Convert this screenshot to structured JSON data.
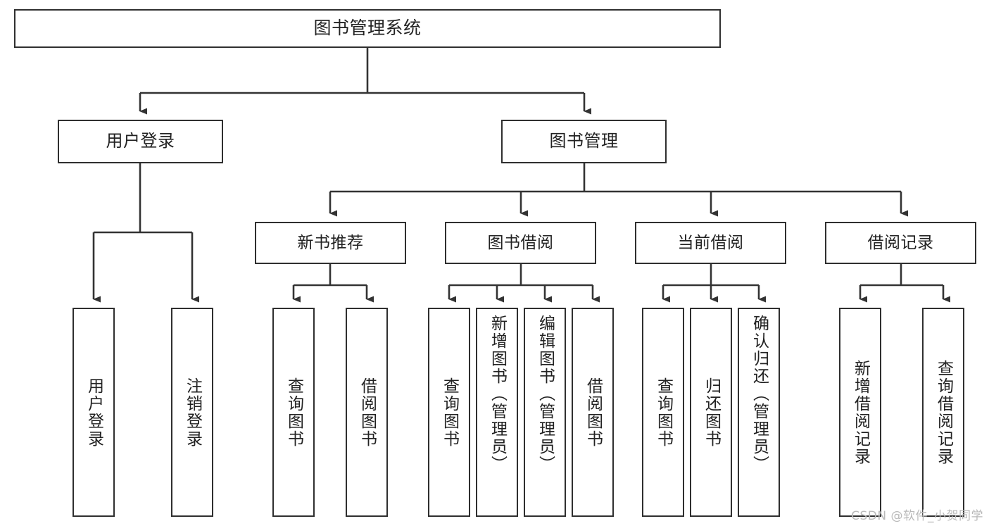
{
  "diagram": {
    "title": "图书管理系统",
    "type": "tree-hierarchy-diagram",
    "colors": {
      "box_border": "#2f2f2f",
      "box_fill": "#ffffff",
      "connector": "#333333",
      "text": "#222222",
      "watermark": "#b9b9b9",
      "canvas": "#ffffff"
    },
    "root": {
      "label": "图书管理系统"
    },
    "level2": [
      {
        "label": "用户登录"
      },
      {
        "label": "图书管理"
      }
    ],
    "level3": [
      {
        "label": "新书推荐"
      },
      {
        "label": "图书借阅"
      },
      {
        "label": "当前借阅"
      },
      {
        "label": "借阅记录"
      }
    ],
    "leaves": {
      "user_login": [
        {
          "label": "用户登录"
        },
        {
          "label": "注销登录"
        }
      ],
      "new_book_recommend": [
        {
          "label": "查询图书"
        },
        {
          "label": "借阅图书"
        }
      ],
      "book_borrow": [
        {
          "label": "查询图书"
        },
        {
          "label": "新增图书（管理员）"
        },
        {
          "label": "编辑图书（管理员）"
        },
        {
          "label": "借阅图书"
        }
      ],
      "current_borrow": [
        {
          "label": "查询图书"
        },
        {
          "label": "归还图书"
        },
        {
          "label": "确认归还（管理员）"
        }
      ],
      "borrow_record": [
        {
          "label": "新增借阅记录"
        },
        {
          "label": "查询借阅记录"
        }
      ]
    },
    "watermark": "CSDN @软件_小贺同学"
  }
}
